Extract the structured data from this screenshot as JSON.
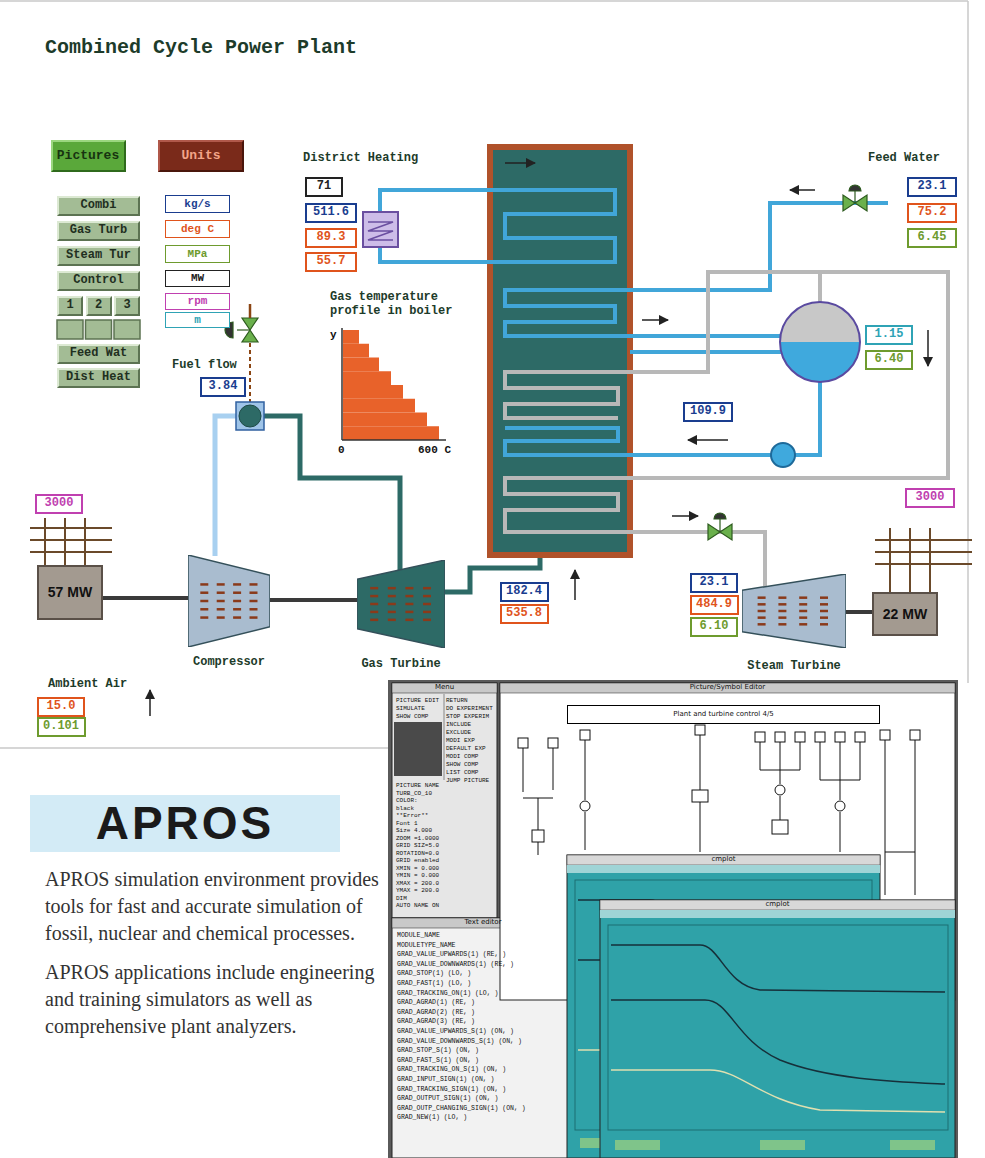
{
  "diagram": {
    "title": "Combined Cycle Power Plant",
    "nodes": [
      {
        "text": [
          "Pictures"
        ]
      },
      {
        "text": [
          "Units"
        ]
      },
      {
        "text": [
          "Combi"
        ]
      },
      {
        "text": [
          "Gas Turb"
        ]
      },
      {
        "text": [
          "Steam Tur"
        ]
      },
      {
        "text": [
          "Control"
        ]
      },
      {
        "text": [
          "1"
        ]
      },
      {
        "text": [
          "2"
        ]
      },
      {
        "text": [
          "3"
        ]
      },
      {
        "text": [
          "Feed Wat"
        ]
      },
      {
        "text": [
          "Dist Heat"
        ]
      },
      {
        "text": [
          "71"
        ]
      },
      {
        "text": [
          "511.6"
        ]
      },
      {
        "text": [
          "89.3"
        ]
      },
      {
        "text": [
          "55.7"
        ]
      },
      {
        "text": [
          "23.1"
        ]
      },
      {
        "text": [
          "75.2"
        ]
      },
      {
        "text": [
          "6.45"
        ]
      },
      {
        "text": [
          "1.15"
        ]
      },
      {
        "text": [
          "6.40"
        ]
      },
      {
        "text": [
          "109.9"
        ]
      },
      {
        "text": [
          "3.84"
        ]
      },
      {
        "text": [
          "3000"
        ]
      },
      {
        "text": [
          "57 MW"
        ]
      },
      {
        "text": [
          "Compressor"
        ]
      },
      {
        "text": [
          "Gas Turbine"
        ]
      },
      {
        "text": [
          "182.4"
        ]
      },
      {
        "text": [
          "535.8"
        ]
      },
      {
        "text": [
          "3000"
        ]
      },
      {
        "text": [
          "23.1"
        ]
      },
      {
        "text": [
          "484.9"
        ]
      },
      {
        "text": [
          "6.10"
        ]
      },
      {
        "text": [
          "Steam Turbine"
        ]
      },
      {
        "text": [
          "22 MW"
        ]
      },
      {
        "text": [
          "15.0"
        ]
      },
      {
        "text": [
          "0.101"
        ]
      },
      {
        "text": [
          "APROS"
        ]
      },
      {
        "text": [
          "Menu"
        ]
      },
      {
        "text": [
          "Picture/Symbol Editor"
        ]
      },
      {
        "text": [
          "Plant and turbine control 4/5"
        ],
        "in": 38
      },
      {
        "text": [
          "Text editor"
        ]
      },
      {
        "text": [
          "cmplot"
        ]
      },
      {
        "text": [
          "cmplot"
        ]
      }
    ],
    "edges": [
      {
        "from": 23,
        "to": 24,
        "arrow": "none"
      },
      {
        "from": 24,
        "to": 25,
        "arrow": "none"
      },
      {
        "from": 32,
        "to": 33,
        "arrow": "none"
      }
    ],
    "labels": [
      "District Heating",
      "Feed Water",
      "Gas temperature profile in boiler",
      "y",
      "0",
      "600 C",
      "Fuel flow",
      "Ambient Air",
      "APROS simulation environment provides tools for fast and accurate simulation of fossil, nuclear and chemical processes.",
      "APROS applications include engineering and training simulators as well as comprehensive plant analyzers.",
      "PICTURE EDIT",
      "SIMULATE",
      "SHOW COMP",
      "RETURN",
      "DO EXPERIMENT",
      "STOP EXPERIM",
      "INCLUDE",
      "EXCLUDE",
      "MODI EXP",
      "DEFAULT EXP",
      "MODI COMP",
      "SHOW COMP",
      "LIST COMP",
      "JUMP PICTURE",
      "PICTURE NAME",
      "TURB_CO_10",
      "COLOR:",
      "black",
      "**Error**",
      "Font 1",
      "Size 4.000",
      "ZOOM =1.0000",
      "GRID SIZ=5.0",
      "ROTATION=0.0",
      "GRID enabled",
      "XMIN = 0.000",
      "YMIN = 0.000",
      "XMAX = 200.0",
      "YMAX = 200.0",
      "DIM",
      "AUTO NAME ON",
      "MODULE_NAME",
      "MODULETYPE_NAME",
      "GRAD_VALUE_UPWARDS(1) (RE, )",
      "GRAD_VALUE_DOWNWARDS(1) (RE, )",
      "GRAD_STOP(1) (LO, )",
      "GRAD_FAST(1) (LO, )",
      "GRAD_TRACKING_ON(1) (LO, )",
      "GRAD_AGRAD(1) (RE, )",
      "GRAD_AGRAD(2) (RE, )",
      "GRAD_AGRAD(3) (RE, )",
      "GRAD_VALUE_UPWARDS_S(1) (ON, )",
      "GRAD_VALUE_DOWNWARDS_S(1) (ON, )",
      "GRAD_STOP_S(1) (ON, )",
      "GRAD_FAST_S(1) (ON, )",
      "GRAD_TRACKING_ON_S(1) (ON, )",
      "GRAD_INPUT_SIGN(1) (ON, )",
      "GRAD_TRACKING_SIGN(1) (ON, )",
      "GRAD_OUTPUT_SIGN(1) (ON, )",
      "GRAD_OUTP_CHANGING_SIGN(1) (ON, )",
      "GRAD_NEW(1) (LO, )"
    ],
    "legend": [
      {
        "text": "kg/s",
        "color": "#1a3d8f"
      },
      {
        "text": "deg C",
        "color": "#e0541c"
      },
      {
        "text": "MPa",
        "color": "#6e9b2e"
      },
      {
        "text": "MW",
        "color": "#222222"
      },
      {
        "text": "rpm",
        "color": "#c040b0"
      },
      {
        "text": "m",
        "color": "#2fa3b5"
      }
    ]
  }
}
